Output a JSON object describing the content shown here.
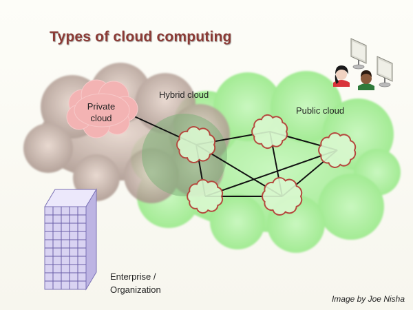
{
  "title": "Types of cloud computing",
  "labels": {
    "private_line1": "Private",
    "private_line2": "cloud",
    "hybrid": "Hybrid cloud",
    "public": "Public cloud",
    "enterprise_line1": "Enterprise /",
    "enterprise_line2": "Organization"
  },
  "credit": "Image by Joe Nisha",
  "colors": {
    "title": "#8b3a35",
    "private_cloud_fill": "#bfaaa0",
    "public_cloud_fill": "#b5f2a8",
    "node_outline": "#b5483e",
    "node_fill": "#d9f7cf",
    "building_fill": "#d6cff0",
    "building_grid": "#6a5fa8"
  },
  "icons": {
    "users": "user-icon",
    "monitors": "monitor-icon",
    "building": "building-icon"
  }
}
